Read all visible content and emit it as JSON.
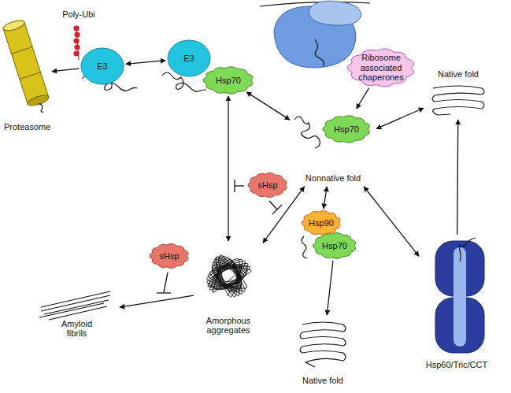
{
  "diagram": {
    "nodes": [
      {
        "text": [
          "Proteasome"
        ]
      },
      {
        "text": [
          "E3"
        ]
      },
      {
        "text": [
          "E3"
        ]
      },
      {
        "text": [
          "Hsp70"
        ]
      },
      {
        "text": [
          "Ribosome associated chaperones"
        ]
      },
      {
        "text": [
          "Native fold"
        ]
      },
      {
        "text": [
          "Nonnative fold"
        ]
      },
      {
        "text": [
          "Hsp70"
        ],
        "in": 6
      },
      {
        "text": [
          "sHsp"
        ]
      },
      {
        "text": [
          "sHsp"
        ]
      },
      {
        "text": [
          "Amyloid fibrils"
        ]
      },
      {
        "text": [
          "Amorphous aggregates"
        ]
      },
      {
        "text": [
          "Hsp90"
        ]
      },
      {
        "text": [
          "Hsp70"
        ]
      },
      {
        "text": [
          "Native fold"
        ]
      },
      {
        "text": [
          "Hsp60/Tric/CCT"
        ]
      }
    ],
    "edges": [
      {
        "from": 1,
        "to": 0,
        "arrow": "to"
      },
      {
        "from": 2,
        "to": 1,
        "arrow": "both"
      },
      {
        "from": 3,
        "to": 6,
        "arrow": "both"
      },
      {
        "from": 4,
        "to": 6,
        "arrow": "to"
      },
      {
        "from": 6,
        "to": 5,
        "arrow": "both"
      },
      {
        "from": 15,
        "to": 5,
        "arrow": "to"
      },
      {
        "from": 6,
        "to": 15,
        "arrow": "both"
      },
      {
        "from": 6,
        "to": 12,
        "arrow": "both"
      },
      {
        "from": 13,
        "to": 14,
        "arrow": "to"
      },
      {
        "from": 6,
        "to": 11,
        "arrow": "both"
      },
      {
        "from": 3,
        "to": 11,
        "arrow": "both"
      },
      {
        "from": 11,
        "to": 10,
        "arrow": "to"
      }
    ],
    "labels": [
      "Poly-Ubi"
    ]
  }
}
